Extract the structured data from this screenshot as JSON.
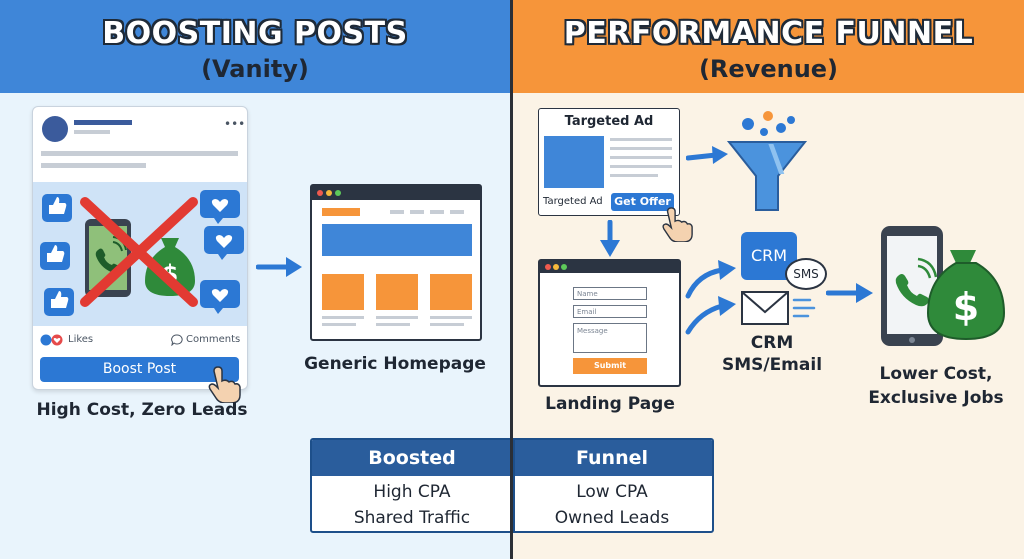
{
  "left_panel": {
    "title": "BOOSTING POSTS",
    "subtitle": "(Vanity)",
    "post": {
      "likes_label": "Likes",
      "comments_label": "Comments",
      "boost_button": "Boost Post"
    },
    "post_caption": "High Cost, Zero Leads",
    "homepage_caption": "Generic Homepage"
  },
  "right_panel": {
    "title": "PERFORMANCE FUNNEL",
    "subtitle": "(Revenue)",
    "ad": {
      "title": "Targeted Ad",
      "footer_label": "Targeted Ad",
      "cta_button": "Get Offer"
    },
    "landing": {
      "name_placeholder": "Name",
      "email_placeholder": "Email",
      "message_placeholder": "Message",
      "submit_label": "Submit",
      "caption": "Landing Page"
    },
    "crm": {
      "box_label": "CRM",
      "bubble_label": "SMS",
      "caption_line1": "CRM",
      "caption_line2": "SMS/Email"
    },
    "result": {
      "caption_line1": "Lower Cost,",
      "caption_line2": "Exclusive Jobs"
    }
  },
  "comparison_table": {
    "headers": [
      "Boosted",
      "Funnel"
    ],
    "rows": [
      [
        "High CPA",
        "Low CPA"
      ],
      [
        "Shared Traffic",
        "Owned Leads"
      ]
    ]
  },
  "colors": {
    "left_header": "#3f86d8",
    "right_header": "#f6953a",
    "accent_blue": "#2c78d4",
    "money_green": "#2f8a3a"
  },
  "icons": [
    "thumbs-up-icon",
    "heart-icon",
    "phone-icon",
    "money-bag-icon",
    "red-x-icon",
    "hand-pointer-icon",
    "arrow-icon",
    "funnel-icon",
    "envelope-icon"
  ]
}
